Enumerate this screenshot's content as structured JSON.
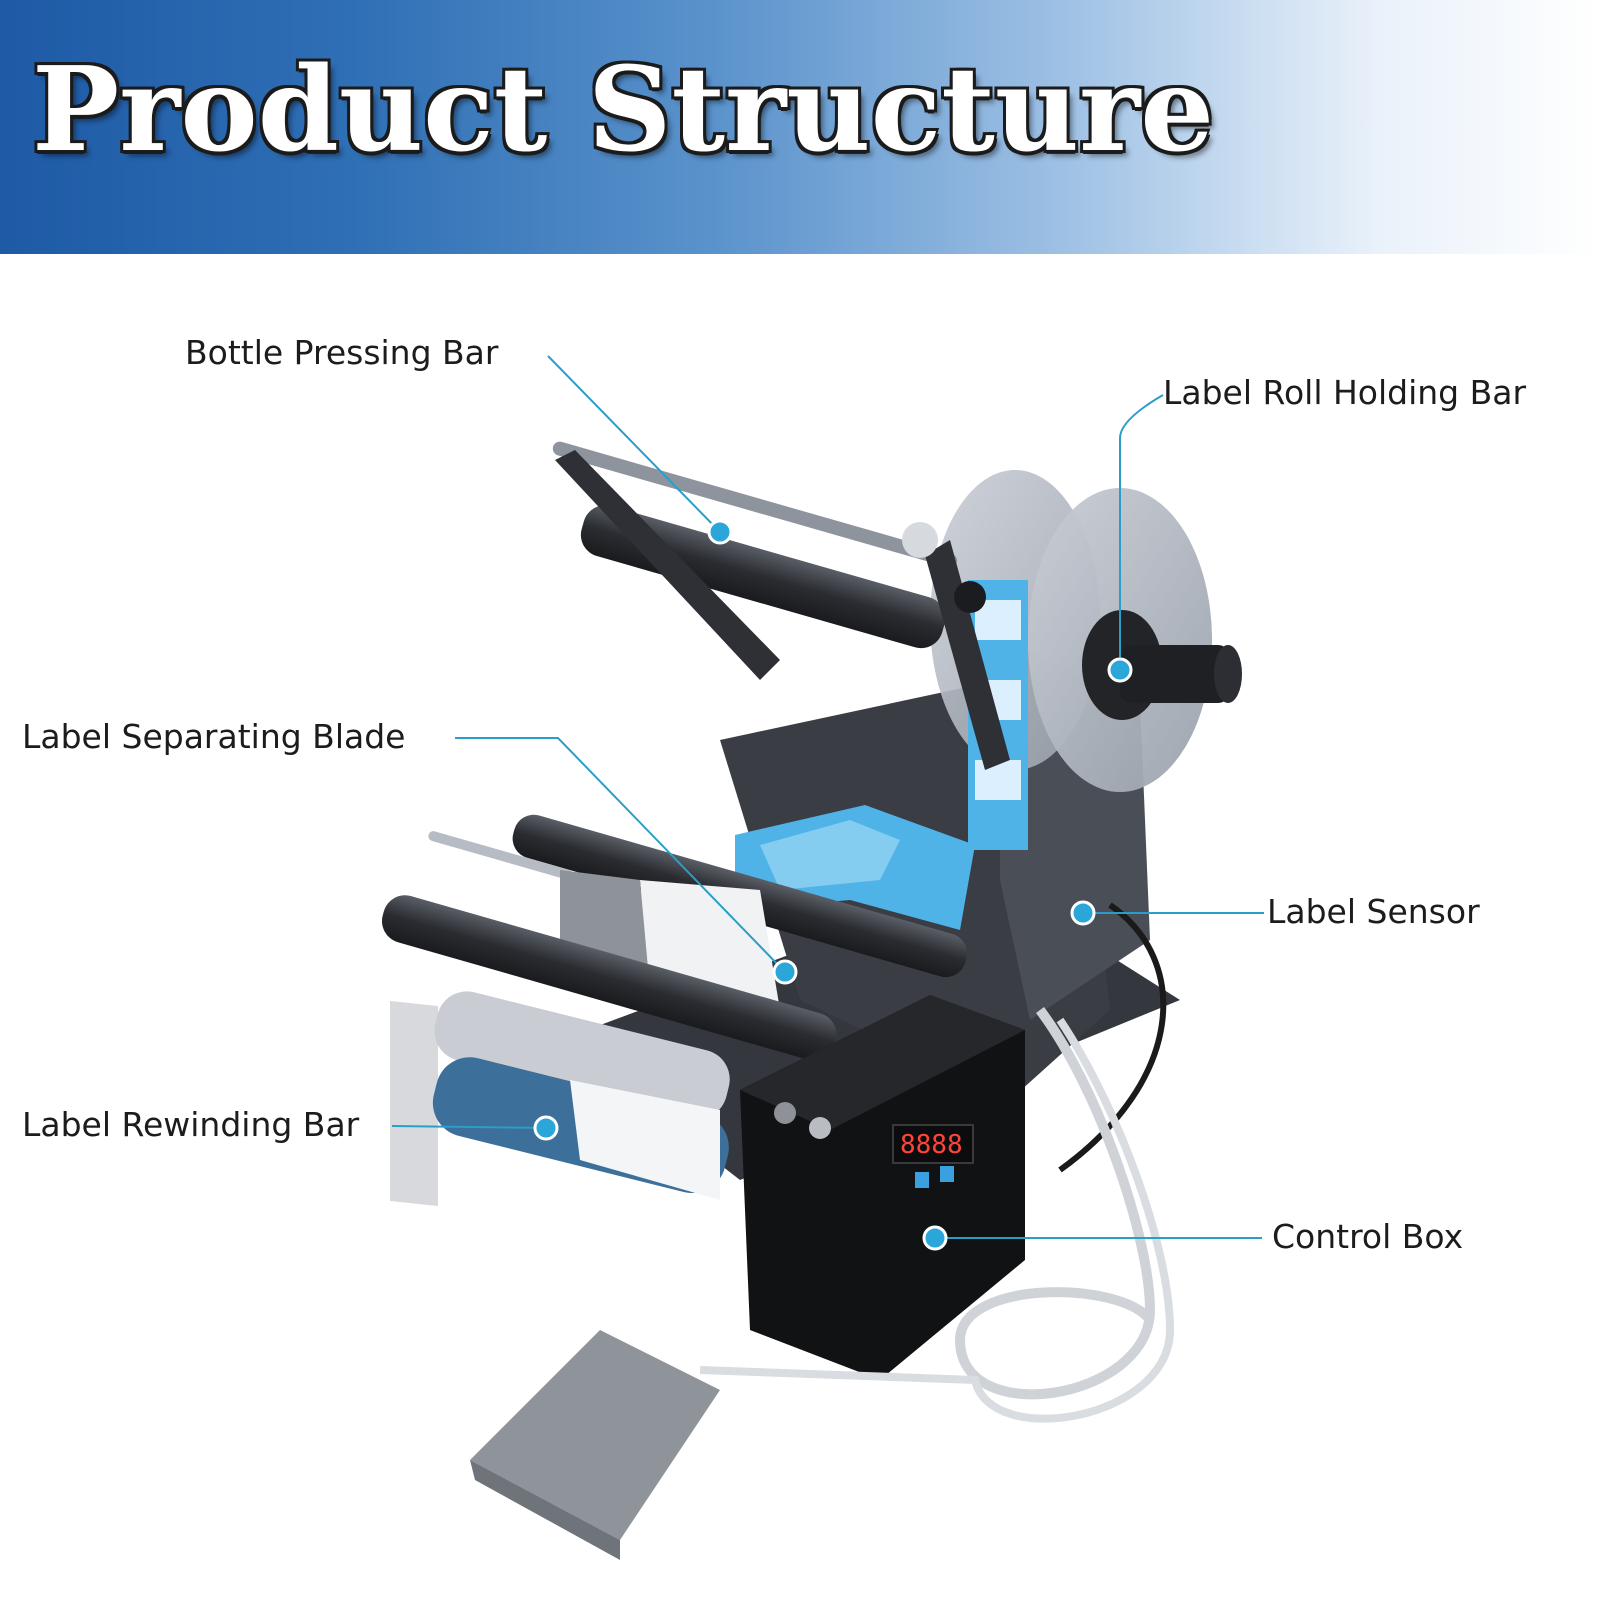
{
  "title": "Product Structure",
  "colors": {
    "banner_start": "#1e5aa6",
    "banner_end": "#ffffff",
    "leader_line": "#2a9ec8",
    "marker_dot": "#2aa6d9",
    "machine_body": "#2e3036",
    "label_stock": "#4fb3e8"
  },
  "callouts": {
    "bottle_pressing_bar": "Bottle Pressing Bar",
    "label_roll_holding_bar": "Label Roll Holding Bar",
    "label_separating_blade": "Label Separating Blade",
    "label_sensor": "Label Sensor",
    "label_rewinding_bar": "Label Rewinding Bar",
    "control_box": "Control Box"
  },
  "display_readout": "8888"
}
